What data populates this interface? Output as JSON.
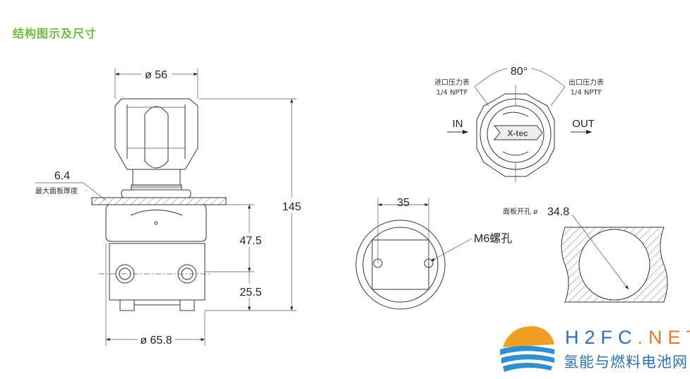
{
  "title": "结构图示及尺寸",
  "side_view": {
    "knob_diameter": "ø 56",
    "total_height": "145",
    "panel_thickness": "6.4",
    "panel_thickness_label": "最大面板厚度",
    "upper_height": "47.5",
    "lower_height": "25.5",
    "body_diameter": "ø 65.8"
  },
  "front_view": {
    "angle": "80°",
    "inlet_gauge_label": "进口压力表",
    "inlet_gauge_thread": "1/4 NPTF",
    "outlet_gauge_label": "出口压力表",
    "outlet_gauge_thread": "1/4 NPTF",
    "in_label": "IN",
    "out_label": "OUT",
    "brand": "X-tec"
  },
  "mount_view": {
    "hole_spacing": "35",
    "hole_label": "M6螺孔"
  },
  "panel_view": {
    "cutout_label": "面板开孔 ø",
    "cutout_value": "34.8"
  },
  "logo": {
    "name_main": "H2FC",
    "name_suffix": ".NET",
    "subtitle": "氢能与燃料电池网"
  },
  "colors": {
    "title": "#6cbf3c",
    "logo_blue": "#2f6fb5",
    "logo_orange": "#e9782a"
  }
}
